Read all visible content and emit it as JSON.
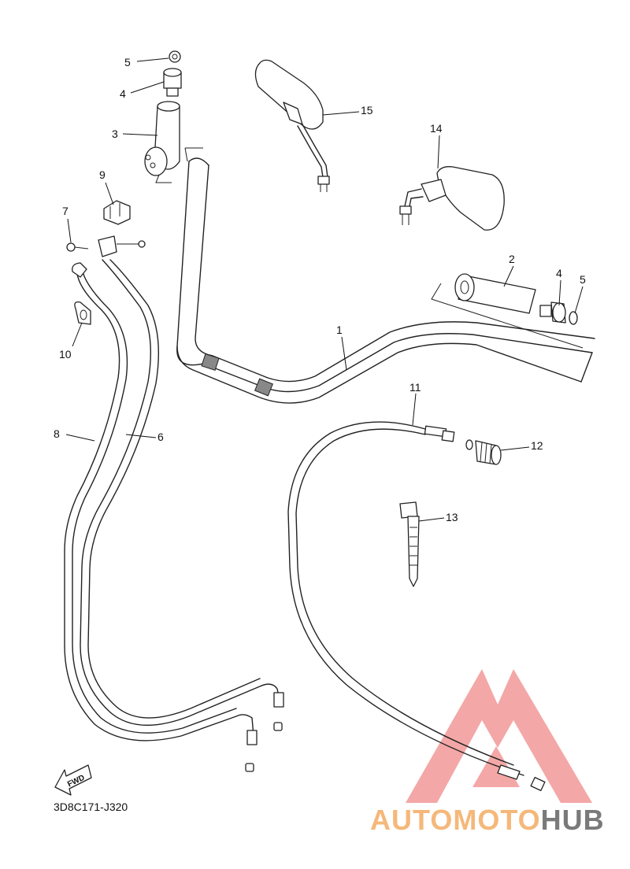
{
  "diagram_code": "3D8C171-J320",
  "fwd_label": "FWD",
  "watermark": {
    "part1": "AUTOMOTO",
    "part2": "HUB",
    "color_part1": "#f5b87a",
    "color_part2": "#7a7a7a",
    "logo_color": "#f08a8a"
  },
  "callouts": {
    "c1": "1",
    "c2": "2",
    "c3": "3",
    "c4a": "4",
    "c4b": "4",
    "c5a": "5",
    "c5b": "5",
    "c6": "6",
    "c7": "7",
    "c8": "8",
    "c9": "9",
    "c10": "10",
    "c11": "11",
    "c12": "12",
    "c13": "13",
    "c14": "14",
    "c15": "15"
  }
}
